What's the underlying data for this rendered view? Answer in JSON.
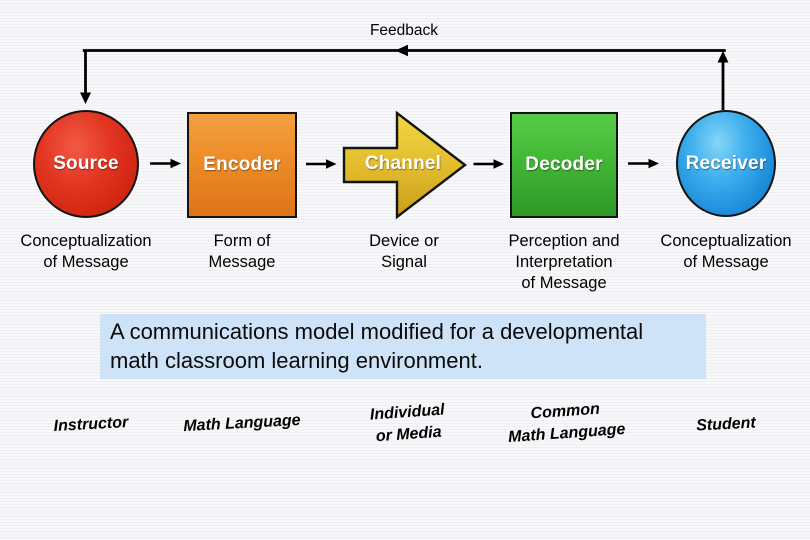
{
  "slide": {
    "feedback_label": "Feedback",
    "caption": "A communications model modified for a developmental\nmath classroom learning environment.",
    "caption_bg_color": "#cfe3f8",
    "connector_color": "#000000",
    "nodes": [
      {
        "name": "Source",
        "shape": "ellipse",
        "color": "#d92c15",
        "role_label": "Conceptualization\nof Message",
        "bottom_label": "Instructor"
      },
      {
        "name": "Encoder",
        "shape": "rectangle",
        "color": "#e8821f",
        "role_label": "Form of\nMessage",
        "bottom_label": "Math Language"
      },
      {
        "name": "Channel",
        "shape": "block-arrow",
        "color": "#ddb82a",
        "role_label": "Device or\nSignal",
        "bottom_label": "Individual\nor Media"
      },
      {
        "name": "Decoder",
        "shape": "rectangle",
        "color": "#3aa52e",
        "role_label": "Perception and\nInterpretation\nof Message",
        "bottom_label": "Common\nMath Language"
      },
      {
        "name": "Receiver",
        "shape": "ellipse",
        "color": "#2196e3",
        "role_label": "Conceptualization\nof Message",
        "bottom_label": "Student"
      }
    ]
  }
}
